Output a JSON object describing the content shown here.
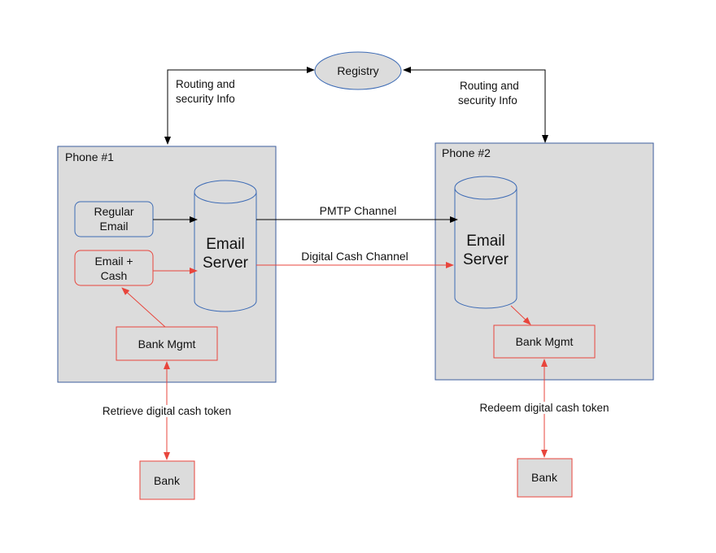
{
  "registry": {
    "label": "Registry"
  },
  "routing_left": {
    "line1": "Routing and",
    "line2": "security Info"
  },
  "routing_right": {
    "line1": "Routing and",
    "line2": "security Info"
  },
  "phone1": {
    "title": "Phone #1",
    "regular_email": {
      "line1": "Regular",
      "line2": "Email"
    },
    "email_cash": {
      "line1": "Email +",
      "line2": "Cash"
    },
    "email_server": {
      "line1": "Email",
      "line2": "Server"
    },
    "bank_mgmt": "Bank Mgmt"
  },
  "phone2": {
    "title": "Phone #2",
    "email_server": {
      "line1": "Email",
      "line2": "Server"
    },
    "bank_mgmt": "Bank Mgmt"
  },
  "channels": {
    "pmtp": "PMTP Channel",
    "digital_cash": "Digital Cash Channel"
  },
  "retrieve_label": "Retrieve digital cash token",
  "redeem_label": "Redeem digital cash token",
  "bank_left": "Bank",
  "bank_right": "Bank",
  "colors": {
    "phone_fill": "#dcdcdc",
    "phone_border": "#3d5e9e",
    "blue_border": "#3d6bb5",
    "red": "#e8453c",
    "black": "#000000"
  }
}
